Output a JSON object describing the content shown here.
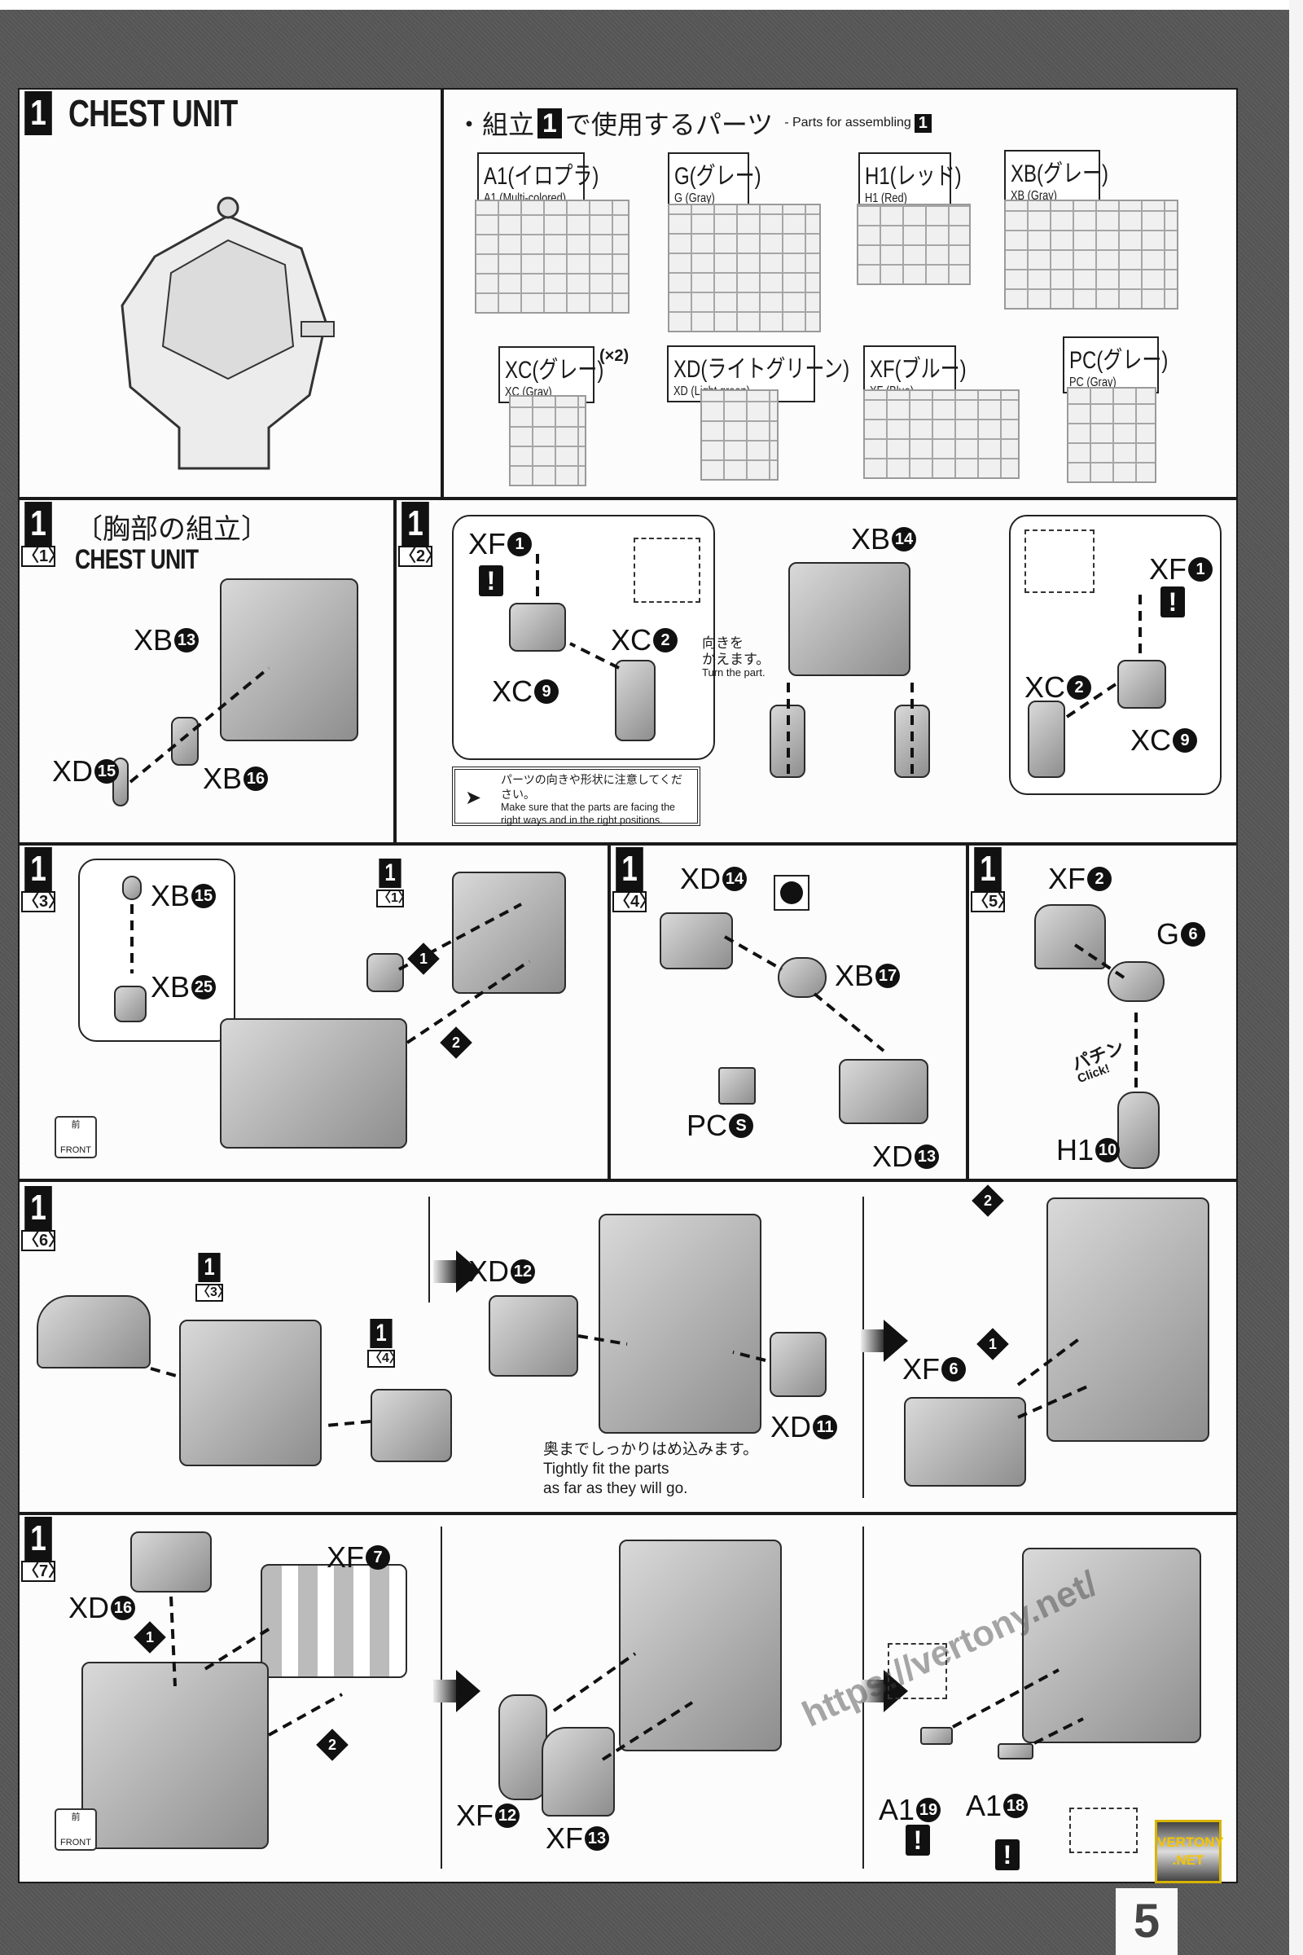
{
  "section_title": "CHEST UNIT",
  "step_number": "1",
  "parts_header": {
    "jp_pre": "・組立",
    "jp_post": "で使用するパーツ",
    "en": "- Parts for assembling",
    "step": "1"
  },
  "runners": [
    {
      "jp": "A1(イロプラ)",
      "en": "A1 (Multi-colored)"
    },
    {
      "jp": "G(グレー)",
      "en": "G (Gray)"
    },
    {
      "jp": "H1(レッド)",
      "en": "H1 (Red)"
    },
    {
      "jp": "XB(グレー)",
      "en": "XB (Gray)"
    },
    {
      "jp": "XC(グレー)",
      "en": "XC (Gray)",
      "qty": "(×2)"
    },
    {
      "jp": "XD(ライトグリーン)",
      "en": "XD (Light green)"
    },
    {
      "jp": "XF(ブルー)",
      "en": "XF (Blue)"
    },
    {
      "jp": "PC(グレー)",
      "en": "PC (Gray)"
    }
  ],
  "steps": [
    {
      "sub": "〈1〉",
      "title_jp": "〔胸部の組立〕",
      "title_en": "CHEST UNIT"
    },
    {
      "sub": "〈2〉"
    },
    {
      "sub": "〈3〉"
    },
    {
      "sub": "〈4〉"
    },
    {
      "sub": "〈5〉"
    },
    {
      "sub": "〈6〉"
    },
    {
      "sub": "〈7〉"
    }
  ],
  "refs": [
    "〈1〉",
    "〈3〉",
    "〈4〉"
  ],
  "labels": [
    {
      "code": "XB",
      "num": "13"
    },
    {
      "code": "XD",
      "num": "15"
    },
    {
      "code": "XB",
      "num": "16"
    },
    {
      "code": "XF",
      "num": "1"
    },
    {
      "code": "XC",
      "num": "2"
    },
    {
      "code": "XC",
      "num": "9"
    },
    {
      "code": "XB",
      "num": "14"
    },
    {
      "code": "XF",
      "num": "1"
    },
    {
      "code": "XC",
      "num": "2"
    },
    {
      "code": "XC",
      "num": "9"
    },
    {
      "code": "XB",
      "num": "15"
    },
    {
      "code": "XB",
      "num": "25"
    },
    {
      "code": "XD",
      "num": "14"
    },
    {
      "code": "XB",
      "num": "17"
    },
    {
      "code": "PC",
      "num": "S"
    },
    {
      "code": "XD",
      "num": "13"
    },
    {
      "code": "XF",
      "num": "2"
    },
    {
      "code": "G",
      "num": "6"
    },
    {
      "code": "H1",
      "num": "10"
    },
    {
      "code": "XD",
      "num": "12"
    },
    {
      "code": "XD",
      "num": "11"
    },
    {
      "code": "XF",
      "num": "6"
    },
    {
      "code": "XD",
      "num": "16"
    },
    {
      "code": "XF",
      "num": "7"
    },
    {
      "code": "XF",
      "num": "12"
    },
    {
      "code": "XF",
      "num": "13"
    },
    {
      "code": "A1",
      "num": "19"
    },
    {
      "code": "A1",
      "num": "18"
    }
  ],
  "seq": [
    "1",
    "2"
  ],
  "warning": "!",
  "turn_note": {
    "jp1": "向きを",
    "jp2": "かえます。",
    "en": "Turn the part."
  },
  "notice": {
    "jp": "パーツの向きや形状に注意してください。",
    "en1": "Make sure that the parts are facing the",
    "en2": "right ways and in the right positions."
  },
  "click": {
    "jp": "パチン",
    "en": "Click!"
  },
  "fit_note": {
    "jp": "奥までしっかりはめ込みます。",
    "en1": "Tightly fit the parts",
    "en2": "as far as they will go."
  },
  "front": {
    "jp": "前",
    "en": "FRONT"
  },
  "watermark": "https://vertony.net/",
  "logo": {
    "line1": "VERTONY",
    ".line2": ".NET",
    "line2": ".NET"
  },
  "page_number": "5"
}
